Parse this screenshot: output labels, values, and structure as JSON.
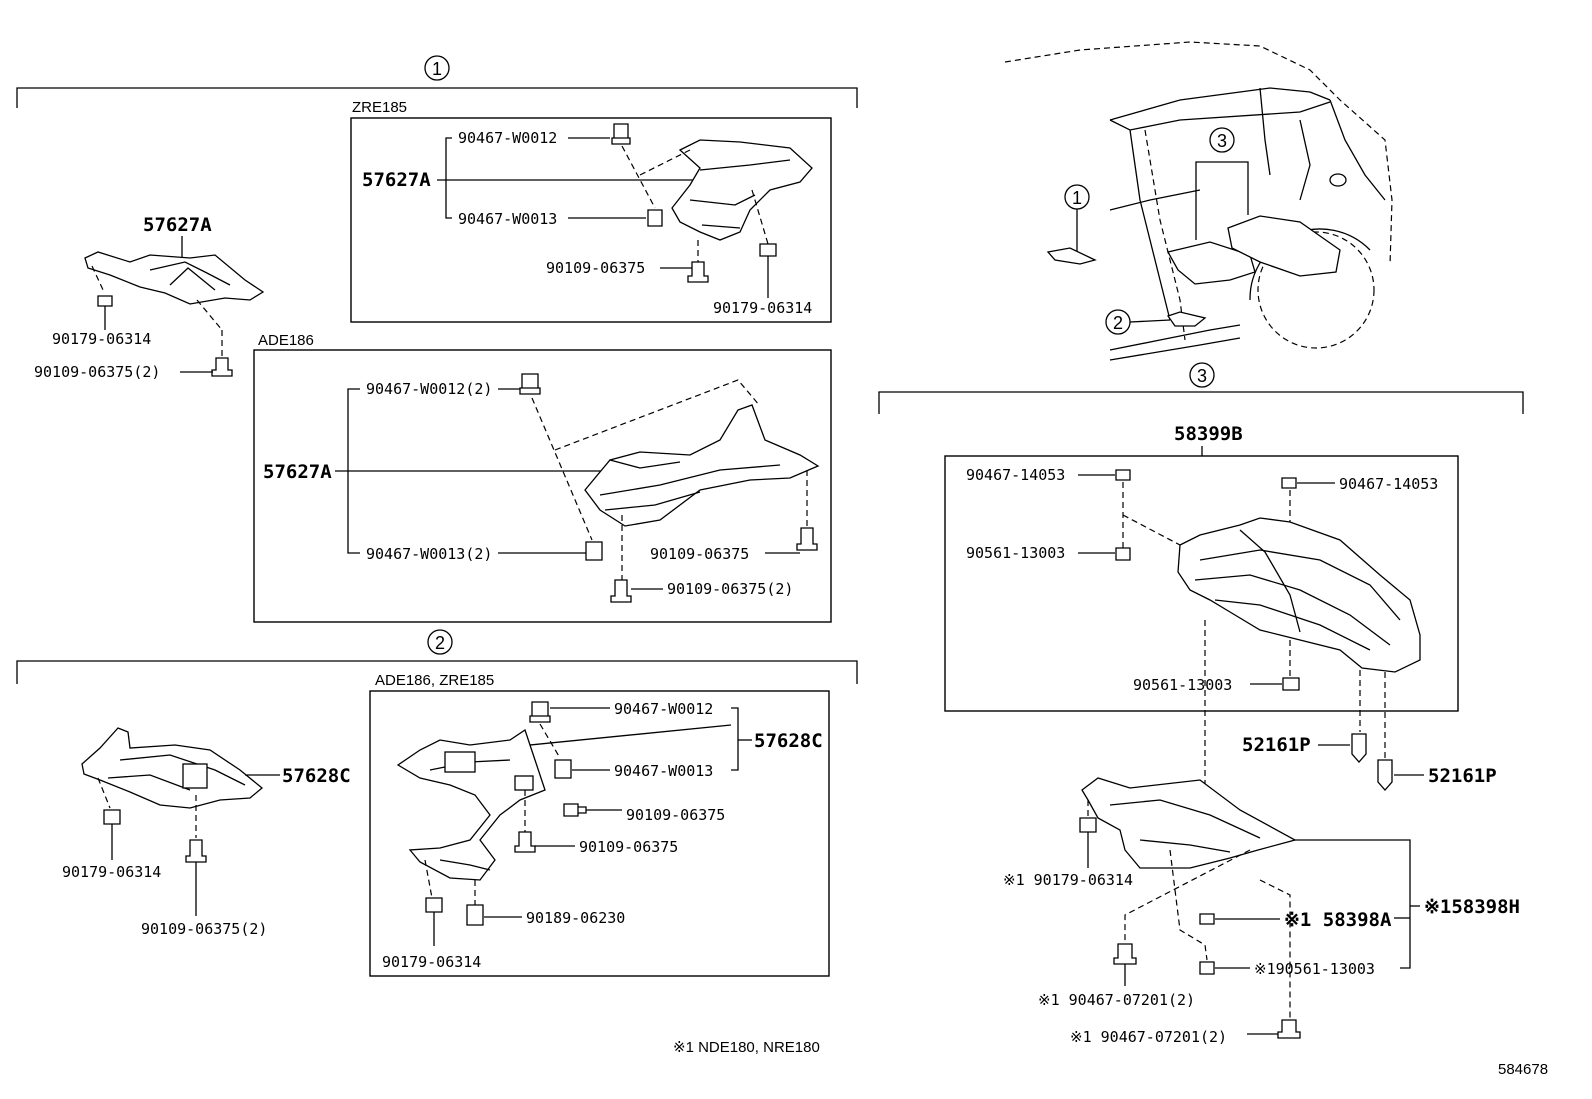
{
  "sections": {
    "s1": "1",
    "s2": "2",
    "s3": "3"
  },
  "models": {
    "zre185": "ZRE185",
    "ade186": "ADE186",
    "ade_zre": "ADE186, ZRE185"
  },
  "parts": {
    "p57627A_left": "57627A",
    "p90179_06314_a": "90179-06314",
    "p90109_06375_2_a": "90109-06375(2)",
    "zre_w0012": "90467-W0012",
    "zre_57627A": "57627A",
    "zre_w0013": "90467-W0013",
    "zre_90109": "90109-06375",
    "zre_90179": "90179-06314",
    "ade_w0012": "90467-W0012(2)",
    "ade_57627A": "57627A",
    "ade_w0013": "90467-W0013(2)",
    "ade_90109": "90109-06375",
    "ade_90109_2": "90109-06375(2)",
    "p57628C_left": "57628C",
    "p90179_06314_b": "90179-06314",
    "p90109_06375_2_b": "90109-06375(2)",
    "az_w0012": "90467-W0012",
    "az_57628C": "57628C",
    "az_w0013": "90467-W0013",
    "az_90109_a": "90109-06375",
    "az_90109_b": "90109-06375",
    "az_90189": "90189-06230",
    "az_90179": "90179-06314",
    "p58399B": "58399B",
    "c3_14053_l": "90467-14053",
    "c3_14053_r": "90467-14053",
    "c3_13003_l": "90561-13003",
    "c3_13003_b": "90561-13003",
    "p52161P_a": "52161P",
    "p52161P_b": "52161P",
    "x_90179": "※1 90179-06314",
    "x_58398A": "※1 58398A",
    "x_58398H": "※158398H",
    "x_13003": "※190561-13003",
    "x_07201_a": "※1 90467-07201(2)",
    "x_07201_b": "※1 90467-07201(2)"
  },
  "footnote": "※1 NDE180, NRE180",
  "diagram_id": "584678"
}
